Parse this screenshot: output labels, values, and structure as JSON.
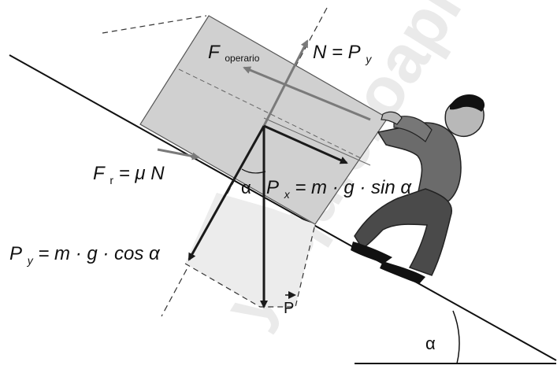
{
  "labels": {
    "f_operario_symbol": "F",
    "f_operario_sub": "operario",
    "normal_force": "N = P",
    "normal_force_sub": "y",
    "friction_symbol": "F",
    "friction_sub": "r",
    "friction_rhs": " = μ N",
    "px_symbol": "P",
    "px_sub": "x",
    "px_rhs": " = m · g · sin α",
    "py_symbol": "P",
    "py_sub": "y",
    "py_rhs": " = m · g · cos α",
    "alpha_box": "α",
    "alpha_ground": "α",
    "weight": "P"
  },
  "watermark": "yoquieroaprobar",
  "colors": {
    "box_fill": "#d0d0d0",
    "box_stroke": "#555555",
    "arrow": "#1a1a1a",
    "gray_arrow": "#7a7a7a",
    "person_shirt": "#6b6b6b",
    "person_pants": "#4a4a4a",
    "person_skin": "#b8b8b8"
  }
}
